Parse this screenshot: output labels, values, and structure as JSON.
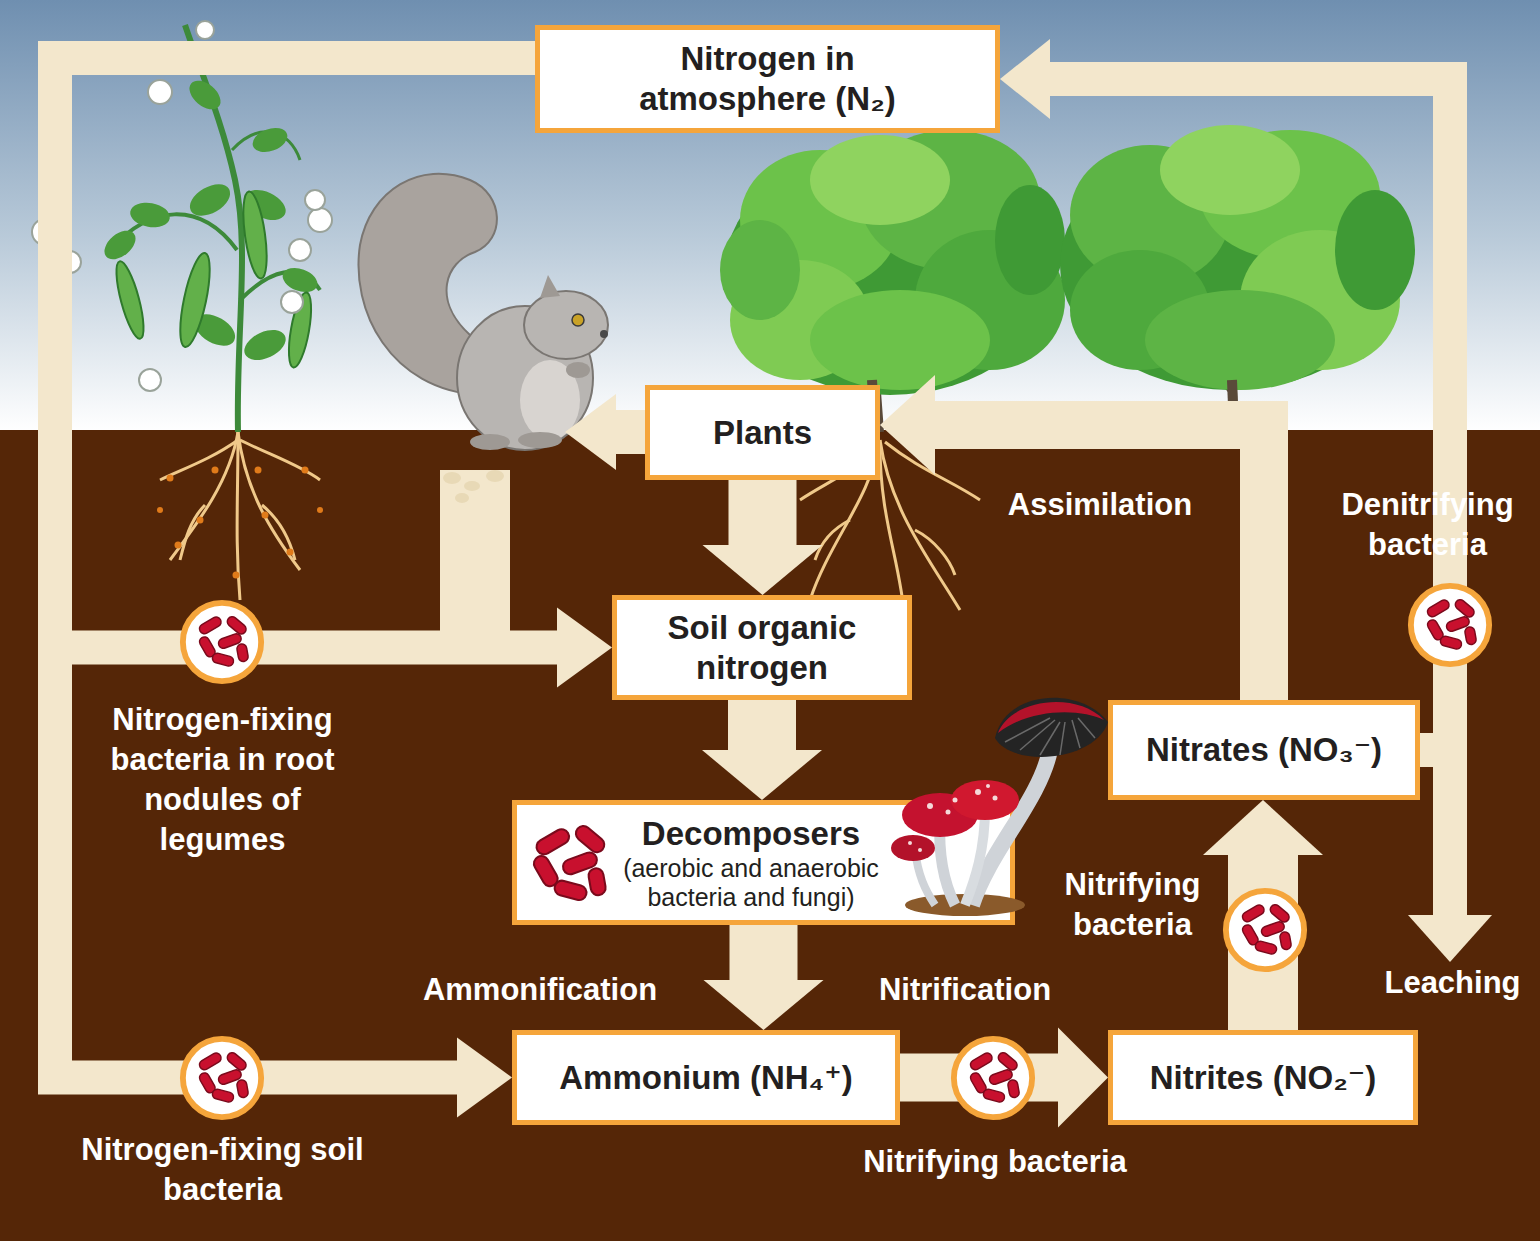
{
  "diagram": {
    "nodes": [
      {
        "text": [
          "Nitrogen in atmosphere (N₂)"
        ]
      },
      {
        "text": [
          "Plants"
        ]
      },
      {
        "text": [
          "Soil organic nitrogen"
        ]
      },
      {
        "text": [
          "Decomposers",
          "(aerobic and anaerobic bacteria and fungi)"
        ]
      },
      {
        "text": [
          "Ammonium (NH₄⁺)"
        ]
      },
      {
        "text": [
          "Nitrites (NO₂⁻)"
        ]
      },
      {
        "text": [
          "Nitrates (NO₃⁻)"
        ]
      }
    ],
    "edges": [
      {
        "from": 0,
        "to": 2,
        "arrow": "to"
      },
      {
        "from": 0,
        "to": 4,
        "arrow": "to"
      },
      {
        "from": 1,
        "to": 2,
        "arrow": "to"
      },
      {
        "from": 2,
        "to": 3,
        "arrow": "to"
      },
      {
        "from": 3,
        "to": 4,
        "arrow": "to"
      },
      {
        "from": 4,
        "to": 5,
        "arrow": "to"
      },
      {
        "from": 5,
        "to": 6,
        "arrow": "to"
      },
      {
        "from": 6,
        "to": 1,
        "arrow": "to"
      },
      {
        "from": 6,
        "to": 0,
        "arrow": "to"
      }
    ],
    "labels": [
      "Assimilation",
      "Denitrifying bacteria",
      "Nitrogen-fixing bacteria in root nodules of legumes",
      "Nitrifying bacteria",
      "Ammonification",
      "Nitrification",
      "Leaching",
      "Nitrogen-fixing soil bacteria",
      "Nitrifying bacteria"
    ]
  }
}
